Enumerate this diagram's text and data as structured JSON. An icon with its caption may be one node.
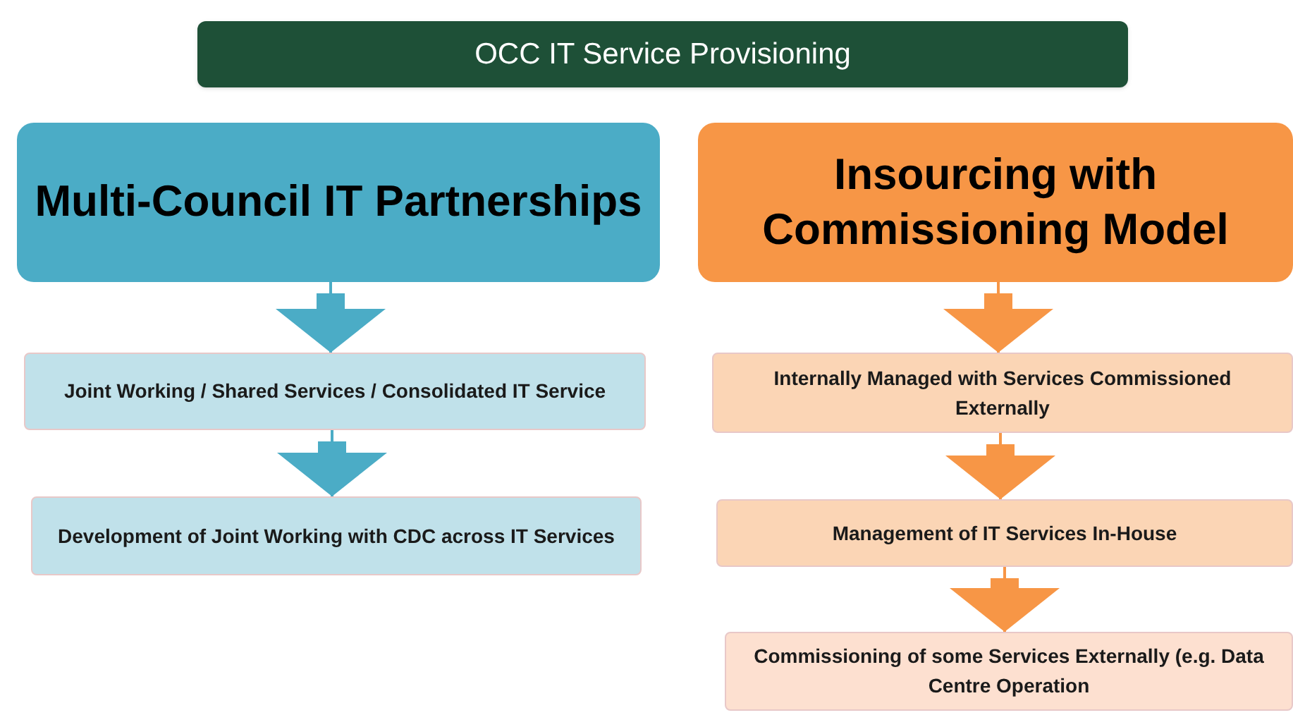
{
  "diagram": {
    "nodes": [
      {
        "text": [
          "OCC IT Service Provisioning"
        ]
      },
      {
        "text": [
          "Multi-Council IT Partnerships"
        ]
      },
      {
        "text": [
          "Joint Working / Shared Services / Consolidated IT Service"
        ]
      },
      {
        "text": [
          "Development of Joint Working with CDC across IT Services"
        ]
      },
      {
        "text": [
          "Insourcing with Commissioning Model"
        ]
      },
      {
        "text": [
          "Internally Managed with Services Commissioned Externally"
        ]
      },
      {
        "text": [
          "Management of IT Services In-House"
        ]
      },
      {
        "text": [
          "Commissioning of some Services Externally (e.g. Data Centre Operation"
        ]
      }
    ],
    "edges": [
      {
        "from": 1,
        "to": 2,
        "arrow": "to",
        "color": "#4bacc6"
      },
      {
        "from": 2,
        "to": 3,
        "arrow": "to",
        "color": "#4bacc6"
      },
      {
        "from": 4,
        "to": 5,
        "arrow": "to",
        "color": "#f79646"
      },
      {
        "from": 5,
        "to": 6,
        "arrow": "to",
        "color": "#f79646"
      },
      {
        "from": 6,
        "to": 7,
        "arrow": "to",
        "color": "#f79646"
      }
    ]
  }
}
